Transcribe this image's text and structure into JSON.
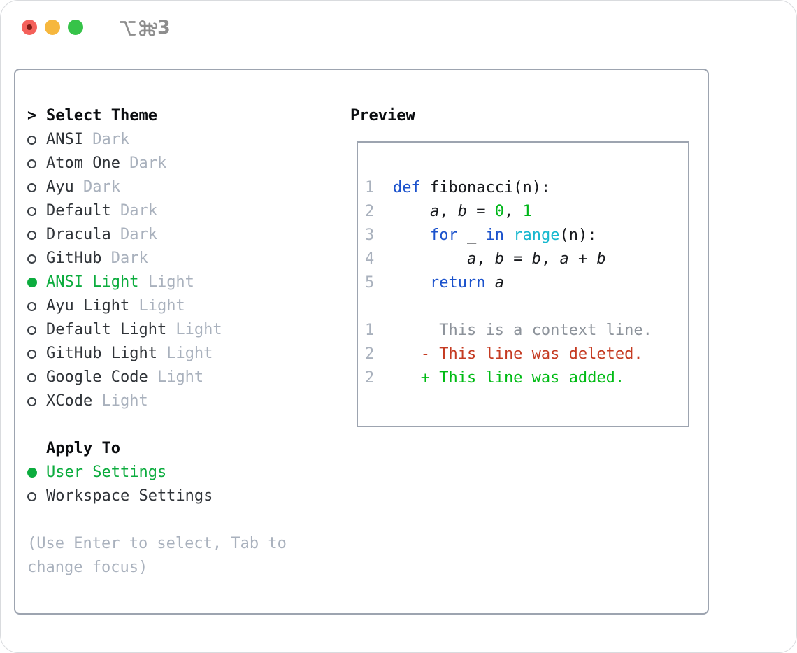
{
  "titlebar": {
    "shortcut_text": "⌥⌘3",
    "shortcut_number": "3",
    "traffic_lights": [
      "close",
      "minimize",
      "zoom"
    ]
  },
  "theme_panel": {
    "header": {
      "marker": ">",
      "label": "Select Theme"
    },
    "items": [
      {
        "name": "ANSI",
        "variant": "Dark",
        "selected": false
      },
      {
        "name": "Atom One",
        "variant": "Dark",
        "selected": false
      },
      {
        "name": "Ayu",
        "variant": "Dark",
        "selected": false
      },
      {
        "name": "Default",
        "variant": "Dark",
        "selected": false
      },
      {
        "name": "Dracula",
        "variant": "Dark",
        "selected": false
      },
      {
        "name": "GitHub",
        "variant": "Dark",
        "selected": false
      },
      {
        "name": "ANSI Light",
        "variant": "Light",
        "selected": true
      },
      {
        "name": "Ayu Light",
        "variant": "Light",
        "selected": false
      },
      {
        "name": "Default Light",
        "variant": "Light",
        "selected": false
      },
      {
        "name": "GitHub Light",
        "variant": "Light",
        "selected": false
      },
      {
        "name": "Google Code",
        "variant": "Light",
        "selected": false
      },
      {
        "name": "XCode",
        "variant": "Light",
        "selected": false
      }
    ],
    "apply_to": {
      "label": "Apply To",
      "options": [
        {
          "label": "User Settings",
          "selected": true
        },
        {
          "label": "Workspace Settings",
          "selected": false
        }
      ]
    },
    "help_lines": [
      "(Use Enter to select, Tab to",
      "change focus)"
    ]
  },
  "preview": {
    "header": "Preview",
    "lines": [
      {
        "num": "1",
        "tokens": [
          [
            "kw",
            "def"
          ],
          [
            "plain",
            " fibonacci(n):"
          ]
        ]
      },
      {
        "num": "2",
        "tokens": [
          [
            "plain",
            "    "
          ],
          [
            "var",
            "a"
          ],
          [
            "plain",
            ", "
          ],
          [
            "var",
            "b"
          ],
          [
            "plain",
            " = "
          ],
          [
            "lit",
            "0"
          ],
          [
            "plain",
            ", "
          ],
          [
            "lit",
            "1"
          ]
        ]
      },
      {
        "num": "3",
        "tokens": [
          [
            "plain",
            "    "
          ],
          [
            "kw",
            "for"
          ],
          [
            "plain",
            " _ "
          ],
          [
            "kw",
            "in"
          ],
          [
            "plain",
            " "
          ],
          [
            "fn",
            "range"
          ],
          [
            "plain",
            "(n):"
          ]
        ]
      },
      {
        "num": "4",
        "tokens": [
          [
            "plain",
            "        "
          ],
          [
            "var",
            "a"
          ],
          [
            "plain",
            ", "
          ],
          [
            "var",
            "b"
          ],
          [
            "plain",
            " = "
          ],
          [
            "var",
            "b"
          ],
          [
            "plain",
            ", "
          ],
          [
            "var",
            "a"
          ],
          [
            "plain",
            " + "
          ],
          [
            "var",
            "b"
          ]
        ]
      },
      {
        "num": "5",
        "tokens": [
          [
            "plain",
            "    "
          ],
          [
            "kw",
            "return"
          ],
          [
            "plain",
            " "
          ],
          [
            "var",
            "a"
          ]
        ]
      },
      {
        "num": "",
        "tokens": []
      },
      {
        "num": "1",
        "tokens": [
          [
            "ctx",
            "     This is a context line."
          ]
        ]
      },
      {
        "num": "2",
        "tokens": [
          [
            "del",
            "   - This line was deleted."
          ]
        ]
      },
      {
        "num": "2",
        "tokens": [
          [
            "add",
            "   + This line was added."
          ]
        ]
      }
    ]
  },
  "colors": {
    "ui_green": "#0cac3e",
    "keyword_blue": "#1b52cc",
    "builtin_cyan": "#17b8cf",
    "literal_green": "#00b61a",
    "diff_red": "#c53b22",
    "diff_green": "#00bb14",
    "muted_gray": "#a9b1bd",
    "context_gray": "#8d939b",
    "border_gray": "#9da4b0",
    "traffic_red": "#f4605a",
    "traffic_yellow": "#f6b73e",
    "traffic_green": "#36c349"
  }
}
